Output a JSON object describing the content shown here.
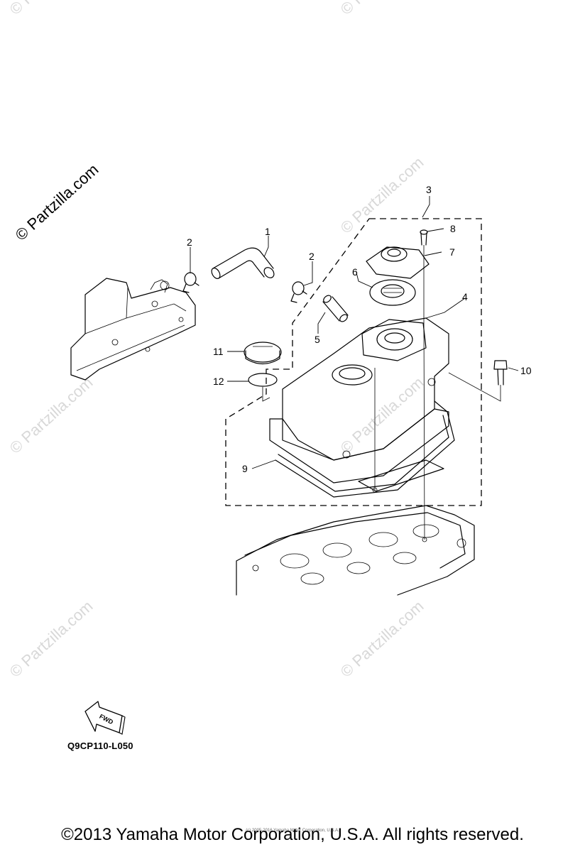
{
  "watermark": {
    "main_text": "© Partzilla.com",
    "faint_text": "© Partzilla.com"
  },
  "callouts": [
    "1",
    "2",
    "2",
    "3",
    "4",
    "5",
    "6",
    "7",
    "8",
    "9",
    "10",
    "11",
    "12"
  ],
  "icons": {
    "fwd_arrow": {
      "name": "fwd-arrow-icon",
      "label": "FWD"
    }
  },
  "diagram_code": "Q9CP110-L050",
  "footer": {
    "copyright": "©2013 Yamaha Motor Corporation, U.S.A. All rights reserved.",
    "small_notice": "(c) 2005-2016 Yamaha Motor Corporation, U.S.A."
  }
}
